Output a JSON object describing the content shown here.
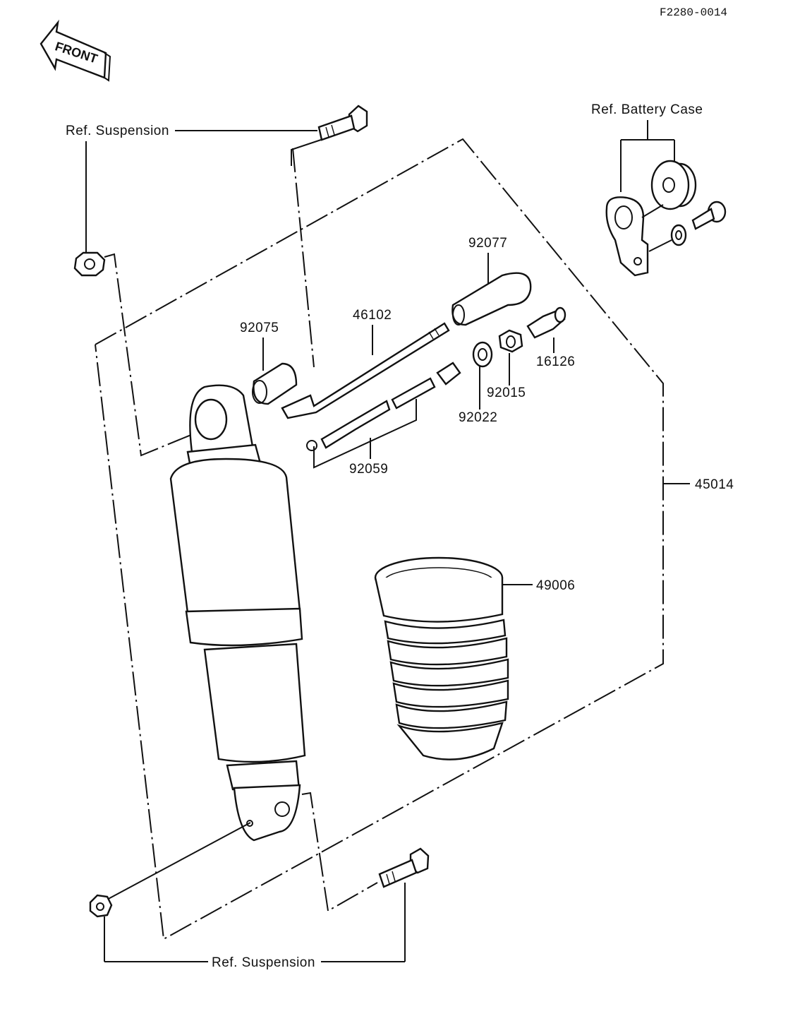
{
  "figure_code": "F2280-0014",
  "front_label": "FRONT",
  "refs": {
    "suspension_top": "Ref. Suspension",
    "suspension_bottom": "Ref. Suspension",
    "battery_case": "Ref. Battery Case"
  },
  "parts": {
    "p92077": "92077",
    "p46102": "46102",
    "p92075": "92075",
    "p16126": "16126",
    "p92015": "92015",
    "p92022": "92022",
    "p92059": "92059",
    "p45014": "45014",
    "p49006": "49006"
  }
}
